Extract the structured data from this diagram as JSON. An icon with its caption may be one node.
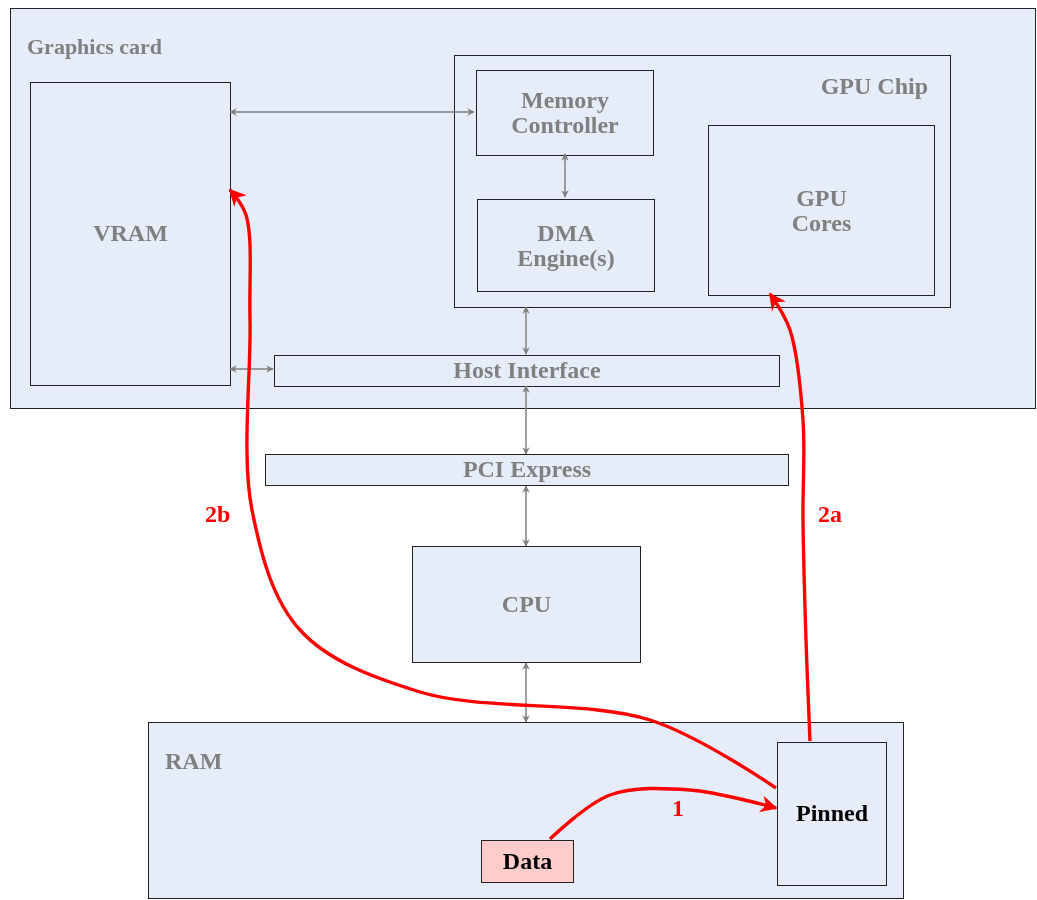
{
  "diagram": {
    "nodes": [
      {
        "text": [
          "Graphics card"
        ]
      },
      {
        "text": [
          "VRAM"
        ],
        "in": 0
      },
      {
        "text": [
          "GPU Chip"
        ],
        "in": 0
      },
      {
        "text": [
          "Memory Controller"
        ],
        "in": 2
      },
      {
        "text": [
          "DMA Engine(s)"
        ],
        "in": 2
      },
      {
        "text": [
          "GPU Cores"
        ],
        "in": 2
      },
      {
        "text": [
          "Host Interface"
        ],
        "in": 0
      },
      {
        "text": [
          "PCI Express"
        ]
      },
      {
        "text": [
          "CPU"
        ]
      },
      {
        "text": [
          "RAM"
        ]
      },
      {
        "text": [
          "Data"
        ],
        "in": 9
      },
      {
        "text": [
          "Pinned"
        ],
        "in": 9
      }
    ],
    "edges": [
      {
        "from": 1,
        "to": 3,
        "arrow": "both"
      },
      {
        "from": 3,
        "to": 4,
        "arrow": "both"
      },
      {
        "from": 2,
        "to": 6,
        "arrow": "both"
      },
      {
        "from": 1,
        "to": 6,
        "arrow": "both"
      },
      {
        "from": 6,
        "to": 7,
        "arrow": "both"
      },
      {
        "from": 7,
        "to": 8,
        "arrow": "both"
      },
      {
        "from": 8,
        "to": 9,
        "arrow": "both"
      },
      {
        "from": 10,
        "to": 11,
        "arrow": "to",
        "label": "1",
        "style": "thick",
        "color": "#ff0000"
      },
      {
        "from": 11,
        "to": 5,
        "arrow": "to",
        "label": "2a",
        "style": "thick",
        "color": "#ff0000"
      },
      {
        "from": 11,
        "to": 1,
        "arrow": "to",
        "label": "2b",
        "style": "thick",
        "color": "#ff0000"
      }
    ]
  }
}
